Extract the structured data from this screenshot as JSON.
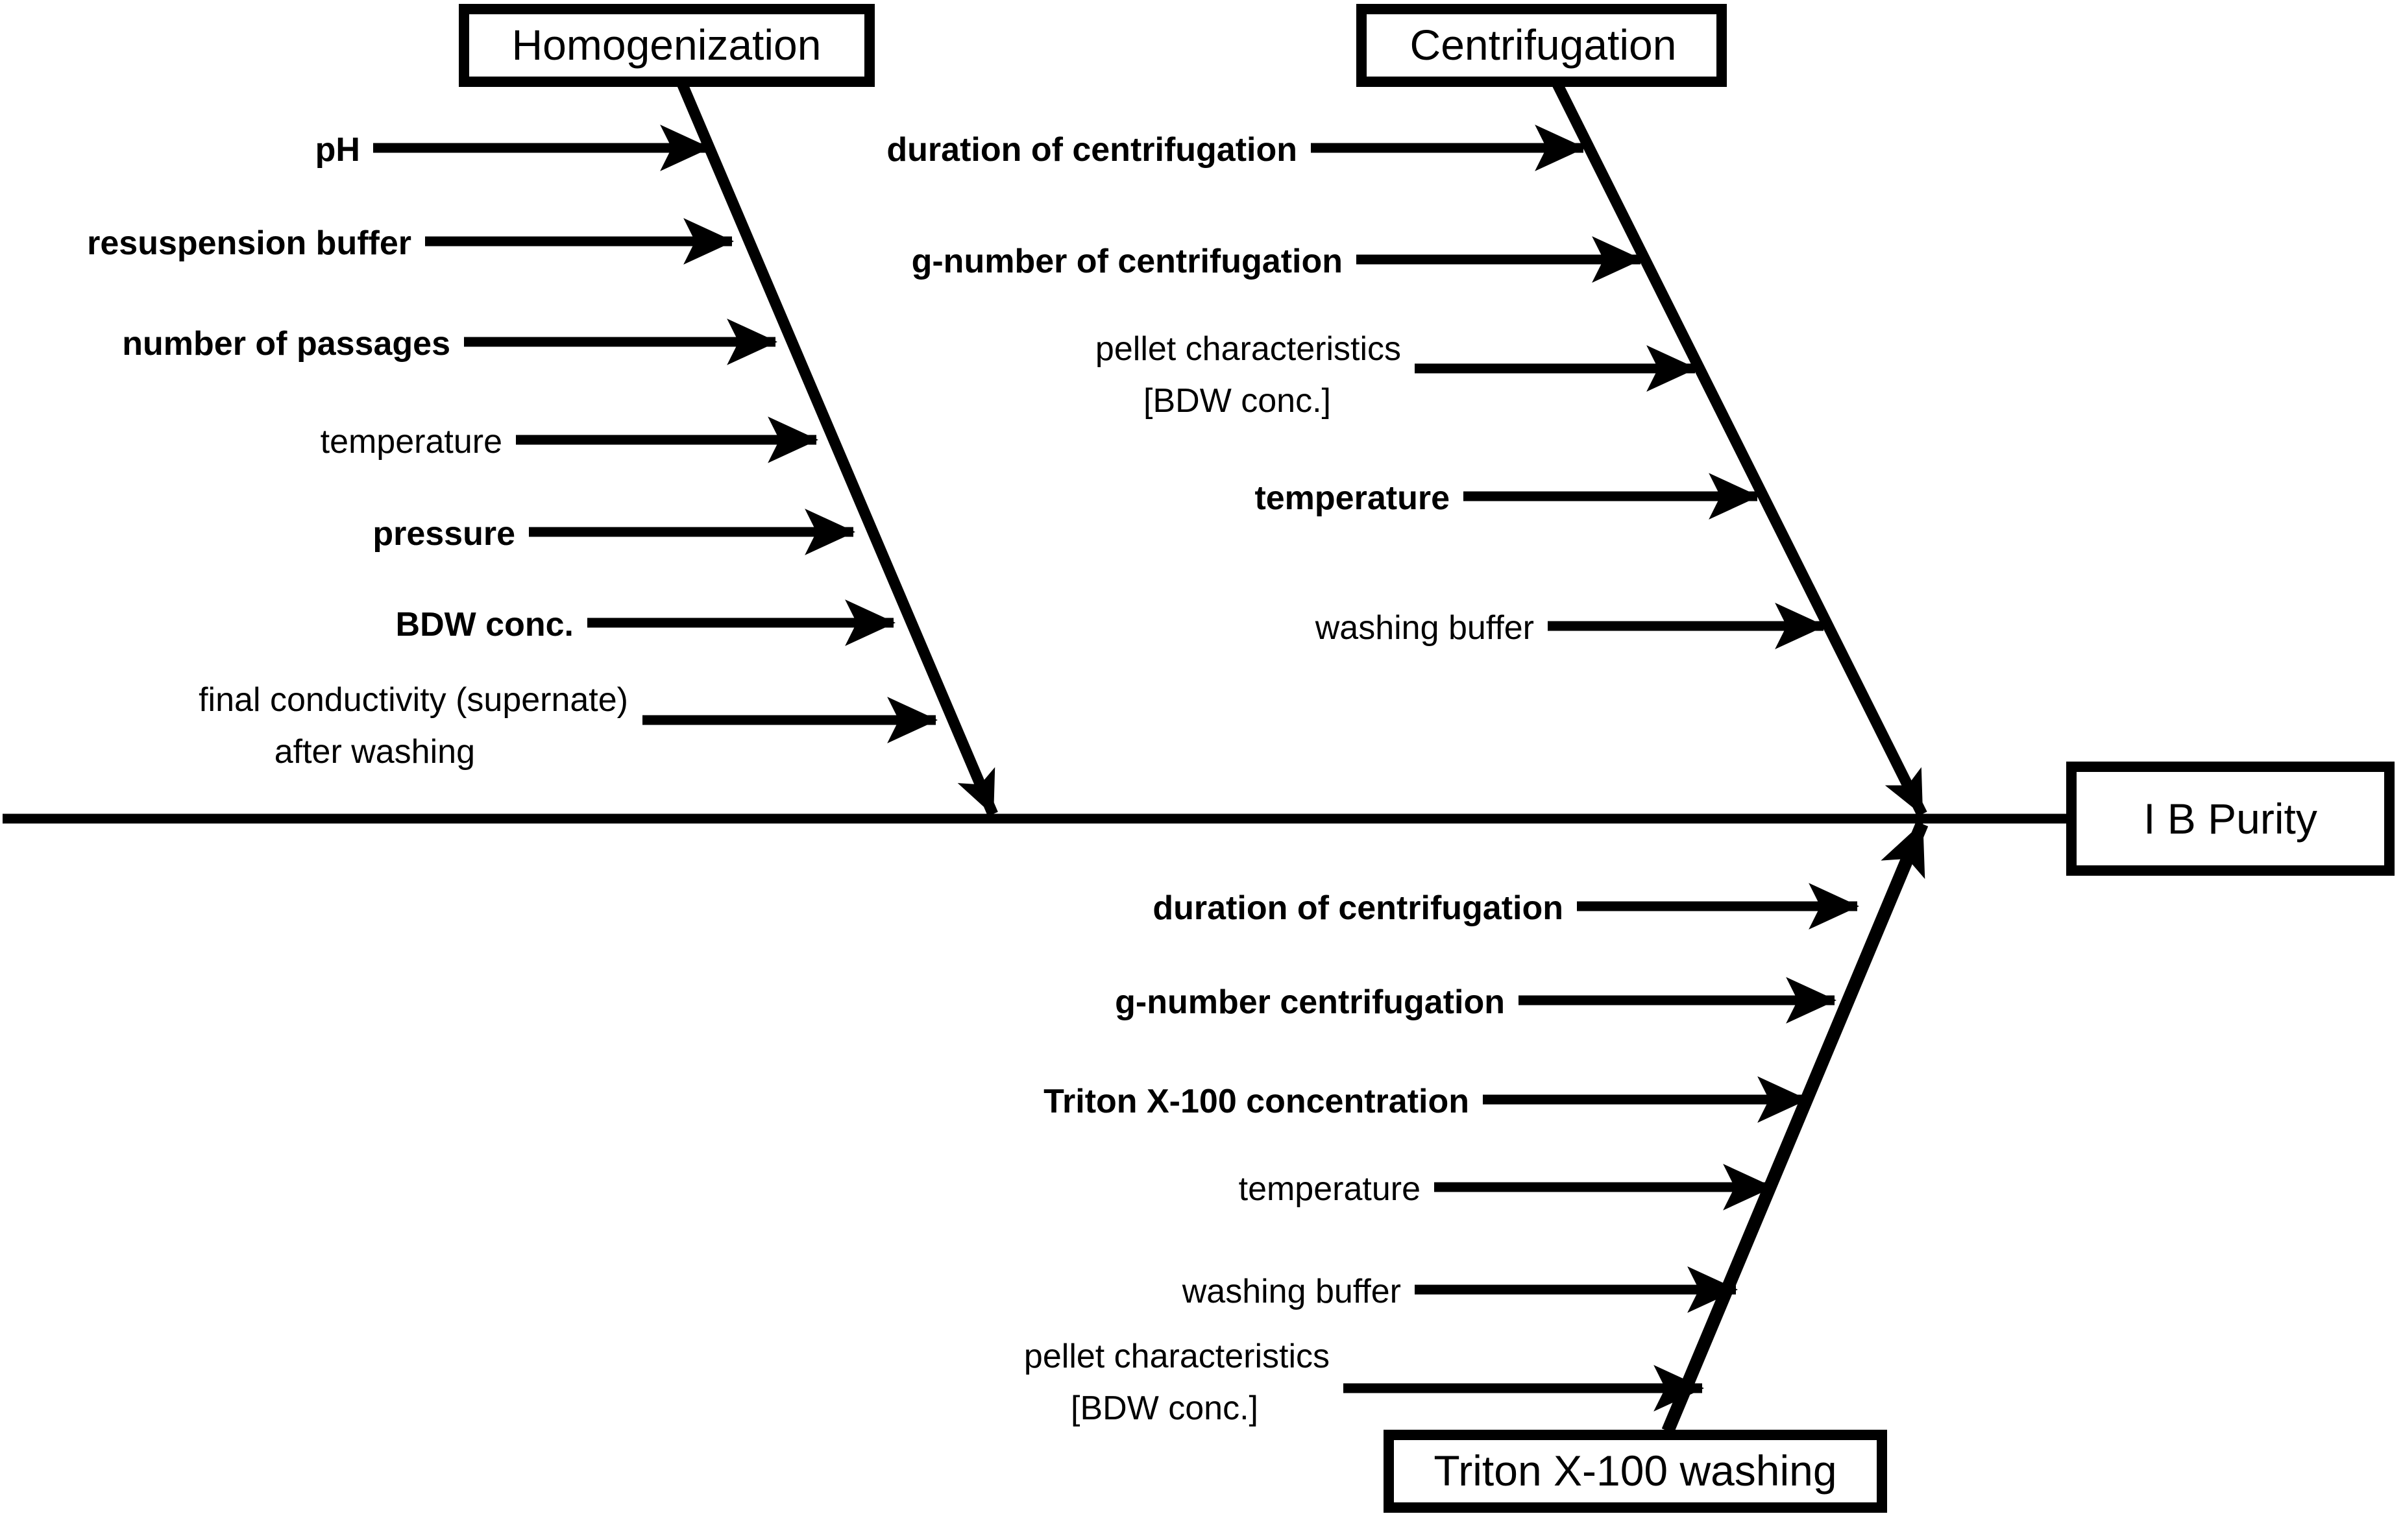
{
  "diagram": {
    "type": "fishbone-ishikawa",
    "effect": {
      "label": "I B Purity"
    },
    "categories": [
      {
        "id": "homogenization",
        "label": "Homogenization",
        "position": "top-left",
        "causes": [
          {
            "label": "pH",
            "emphasis": "bold"
          },
          {
            "label": "resuspension buffer",
            "emphasis": "bold"
          },
          {
            "label": "number of passages",
            "emphasis": "bold"
          },
          {
            "label": "temperature",
            "emphasis": "normal"
          },
          {
            "label": "pressure",
            "emphasis": "bold"
          },
          {
            "label": "BDW conc.",
            "emphasis": "bold"
          },
          {
            "label_line1": "final conductivity (supernate)",
            "label_line2": "after washing",
            "emphasis": "normal"
          }
        ]
      },
      {
        "id": "centrifugation",
        "label": "Centrifugation",
        "position": "top-right",
        "causes": [
          {
            "label": "duration of centrifugation",
            "emphasis": "bold"
          },
          {
            "label": "g-number of centrifugation",
            "emphasis": "bold"
          },
          {
            "label_line1": "pellet characteristics",
            "label_line2": "[BDW conc.]",
            "emphasis": "normal"
          },
          {
            "label": "temperature",
            "emphasis": "bold"
          },
          {
            "label": "washing buffer",
            "emphasis": "normal"
          }
        ]
      },
      {
        "id": "triton-x-100-washing",
        "label": "Triton X-100 washing",
        "position": "bottom-right",
        "causes": [
          {
            "label": "duration of centrifugation",
            "emphasis": "bold"
          },
          {
            "label": "g-number centrifugation",
            "emphasis": "bold"
          },
          {
            "label": "Triton X-100 concentration",
            "emphasis": "bold"
          },
          {
            "label": "temperature",
            "emphasis": "normal"
          },
          {
            "label": "washing buffer",
            "emphasis": "normal"
          },
          {
            "label_line1": "pellet characteristics",
            "label_line2": "[BDW conc.]",
            "emphasis": "normal"
          }
        ]
      }
    ],
    "colors": {
      "line": "#000000",
      "text": "#000000",
      "background": "#ffffff"
    }
  }
}
